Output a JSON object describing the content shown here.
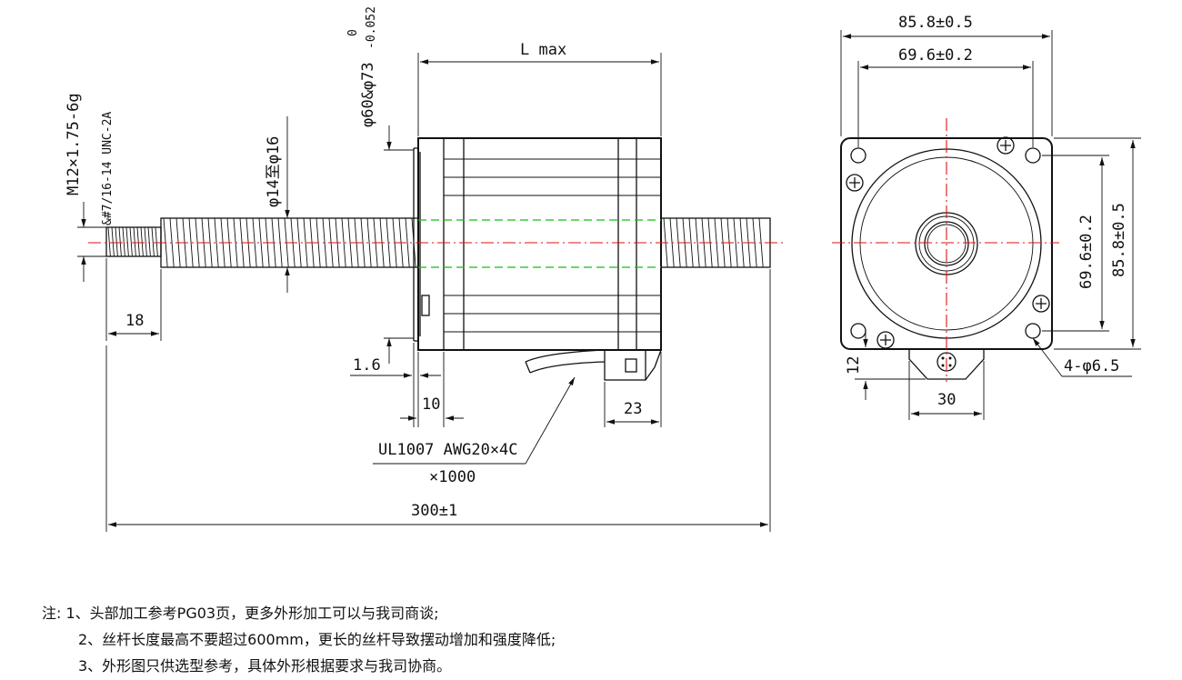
{
  "dimensions": {
    "thread_spec": "M12×1.75-6g",
    "unc_spec": "&#7/16-14 UNC-2A",
    "pilot_diameter": "φ60&φ73",
    "tol_upper": "0",
    "tol_lower": "-0.052",
    "screw_diameter": "φ14至φ16",
    "length": "L max",
    "thread_length": "18",
    "flange_thickness": "1.6",
    "boss_length": "10",
    "connector_length": "23",
    "cable_spec": "UL1007 AWG20×4C",
    "cable_length": "×1000",
    "total_length": "300±1",
    "flange_width": "85.8±0.5",
    "hole_spacing": "69.6±0.2",
    "hole_spacing_v": "69.6±0.2",
    "flange_height": "85.8±0.5",
    "mount_holes": "4-φ6.5",
    "connector_height": "12",
    "connector_width": "30"
  },
  "notes": {
    "prefix": "注:",
    "items": [
      "1、头部加工参考PG03页，更多外形加工可以与我司商谈;",
      "2、丝杆长度最高不要超过600mm，更长的丝杆导致摆动增加和强度降低;",
      "3、外形图只供选型参考，具体外形根据要求与我司协商。"
    ]
  },
  "colors": {
    "centerline": "#e01010",
    "hidden_line": "#10c010",
    "line": "#111111"
  }
}
